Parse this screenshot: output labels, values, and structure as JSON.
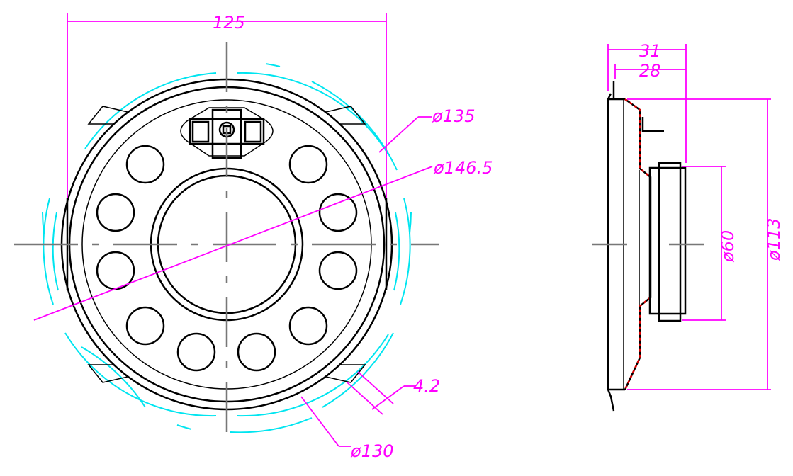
{
  "drawing": {
    "front_view": {
      "dimensions": {
        "width": "125",
        "dia_135": "ø135",
        "dia_146_5": "ø146.5",
        "dia_130": "ø130",
        "slot": "4.2"
      }
    },
    "side_view": {
      "dimensions": {
        "depth_total": "31",
        "depth_body": "28",
        "dia_113": "ø113",
        "dia_60": "ø60"
      }
    },
    "colors": {
      "outline": "#000000",
      "dimension": "#ff00ff",
      "hidden": "#00e5f0",
      "centerline": "#777777"
    }
  }
}
